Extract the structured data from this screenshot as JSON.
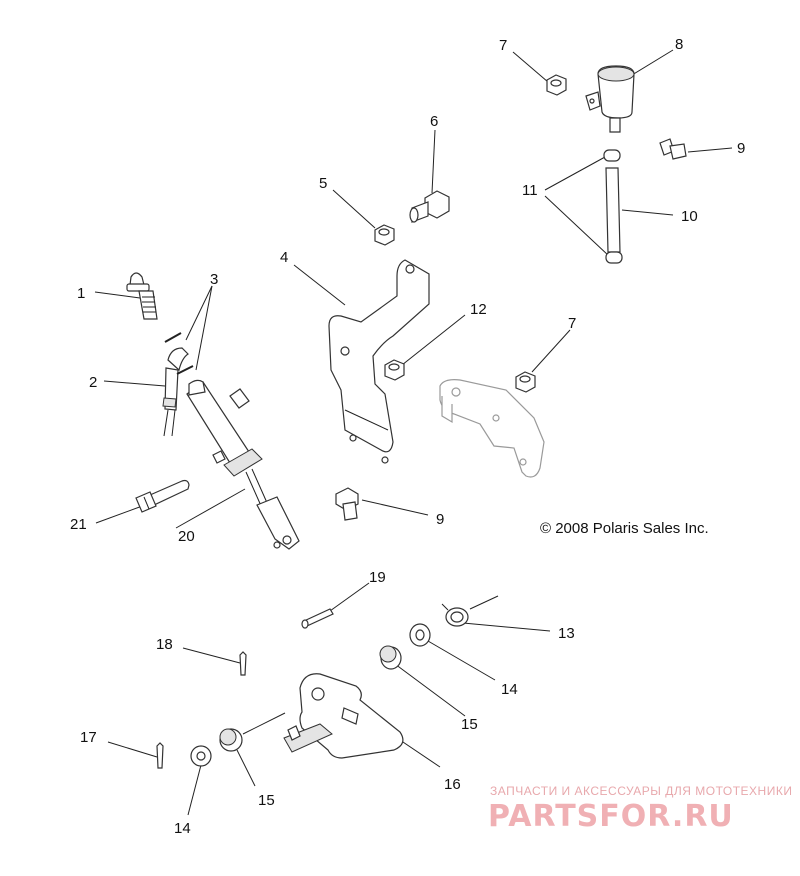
{
  "callouts": {
    "c1": "1",
    "c2": "2",
    "c3": "3",
    "c4": "4",
    "c5": "5",
    "c6": "6",
    "c7a": "7",
    "c7b": "7",
    "c8": "8",
    "c9a": "9",
    "c9b": "9",
    "c10": "10",
    "c11": "11",
    "c12": "12",
    "c13": "13",
    "c14a": "14",
    "c14b": "14",
    "c15a": "15",
    "c15b": "15",
    "c16": "16",
    "c17": "17",
    "c18": "18",
    "c19": "19",
    "c20": "20",
    "c21": "21"
  },
  "copyright": "© 2008 Polaris Sales Inc.",
  "watermark": {
    "tagline": "ЗАПЧАСТИ И АКСЕССУАРЫ ДЛЯ МОТОТЕХНИКИ",
    "brand": "PARTSFOR.RU",
    "color": "#f0b0b4"
  },
  "colors": {
    "line": "#222222",
    "background": "#ffffff"
  }
}
